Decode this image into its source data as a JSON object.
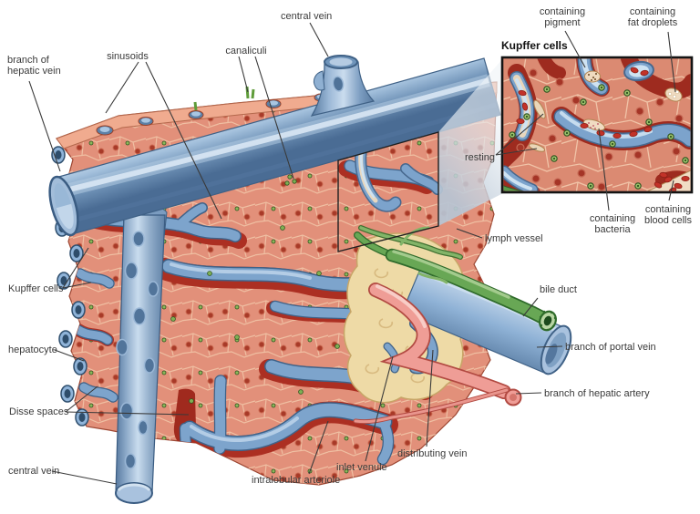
{
  "figure": {
    "inset": {
      "title": "Kupffer cells",
      "labels": {
        "containing_pigment": "containing pigment",
        "containing_fat_droplets": "containing fat droplets",
        "resting": "resting",
        "containing_bacteria": "containing bacteria",
        "containing_blood_cells": "containing blood cells"
      }
    },
    "labels": {
      "branch_of_hepatic_vein": "branch of hepatic vein",
      "sinusoids": "sinusoids",
      "canaliculi": "canaliculi",
      "central_vein_top": "central vein",
      "kupffer_cells_left": "Kupffer cells",
      "hepatocyte": "hepatocyte",
      "disse_spaces": "Disse spaces",
      "central_vein_bottom": "central vein",
      "intralobular_arteriole": "intralobular arteriole",
      "inlet_venule": "inlet venule",
      "distributing_vein": "distributing vein",
      "lymph_vessel": "lymph vessel",
      "bile_duct": "bile duct",
      "branch_of_portal_vein": "branch of portal vein",
      "branch_of_hepatic_artery": "branch of hepatic artery"
    },
    "colors": {
      "tissue": "#e2907a",
      "tissue_top": "#f0ab8f",
      "sinusoid_red": "#ac2f22",
      "vessel_blue": "#7da4cc",
      "vessel_blue_dark": "#3f6288",
      "vessel_blue_light": "#c6d9ec",
      "bile_green": "#68a755",
      "artery_pink": "#ef9d96",
      "portal_yellow": "#eedaa6",
      "kupffer_cream": "#f0dcc2",
      "label_text": "#3a3a3a"
    }
  }
}
